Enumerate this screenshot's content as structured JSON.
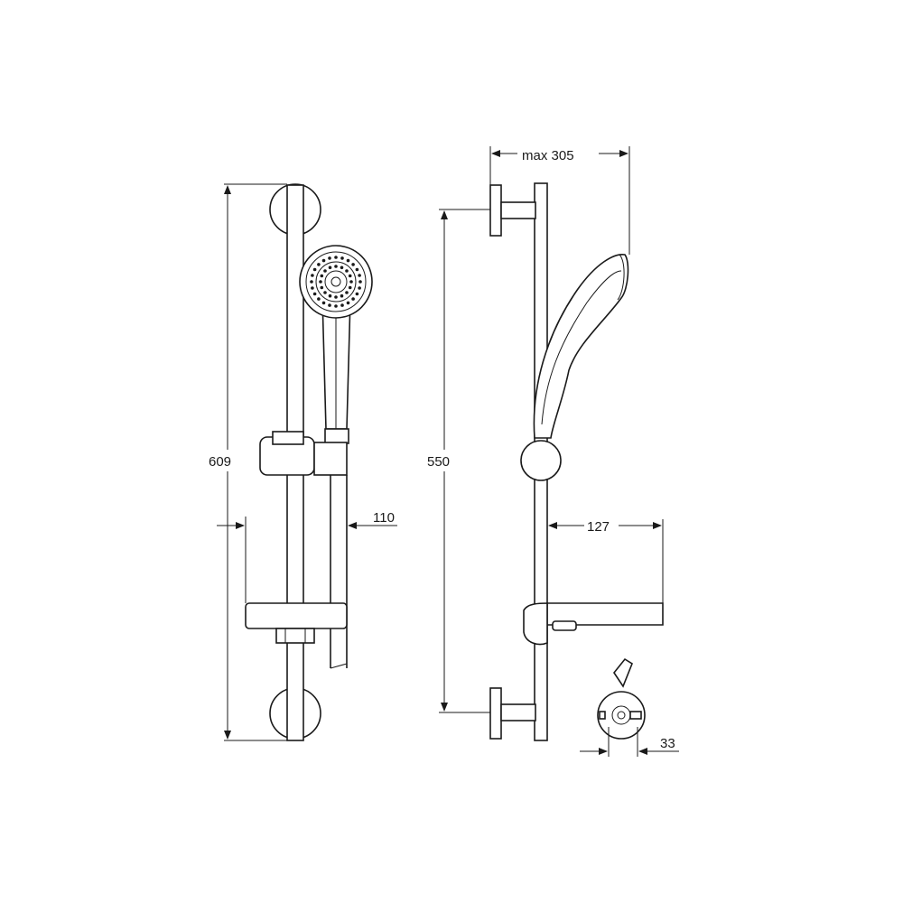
{
  "front_view": {
    "dimensions": {
      "height": "609",
      "shelf_width": "110"
    }
  },
  "side_view": {
    "dimensions": {
      "max_projection": "max 305",
      "bracket_spacing": "550",
      "shelf_depth": "127",
      "wall_outlet": "33"
    }
  },
  "colors": {
    "line": "#1a1a1a",
    "background": "#ffffff"
  }
}
